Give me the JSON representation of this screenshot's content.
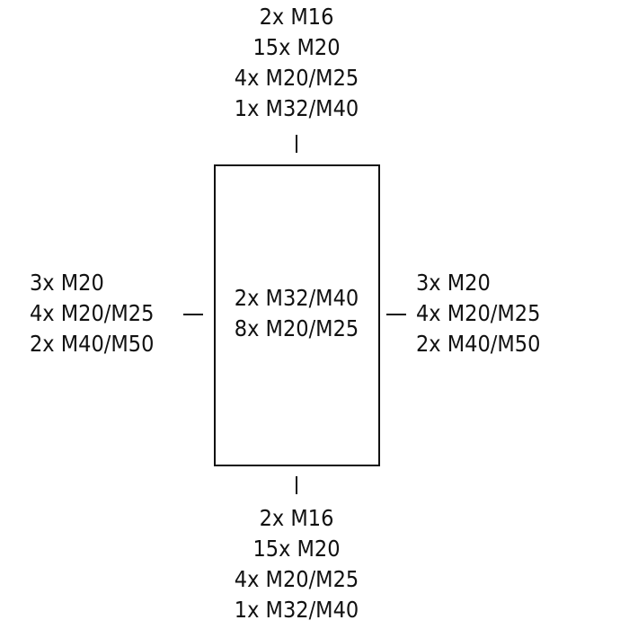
{
  "diagram": {
    "top": [
      "2x M16",
      "15x M20",
      "4x M20/M25",
      "1x M32/M40"
    ],
    "bottom": [
      "2x M16",
      "15x M20",
      "4x M20/M25",
      "1x M32/M40"
    ],
    "left": [
      "3x M20",
      "4x M20/M25",
      "2x M40/M50"
    ],
    "right": [
      "3x M20",
      "4x M20/M25",
      "2x M40/M50"
    ],
    "face": [
      "2x M32/M40",
      "8x M20/M25"
    ]
  }
}
